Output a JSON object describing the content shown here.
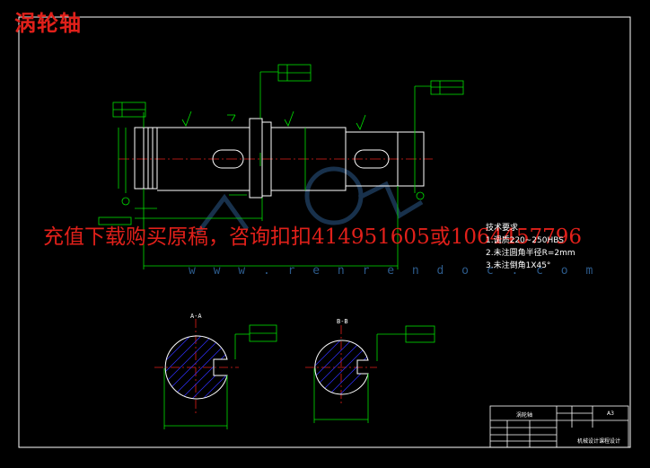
{
  "title": "涡轮轴",
  "watermark_text": "充值下载购买原稿，咨询扣扣414951605或1064457796",
  "watermark_url": "w w w . r e n r e n d o c . c o m",
  "technical_requirements": {
    "heading": "技术要求",
    "items": [
      "1.调质220~250HBS",
      "2.未注圆角半径R=2mm",
      "3.未注倒角1X45°"
    ]
  },
  "section_labels": [
    "A-A",
    "B-B"
  ],
  "title_block": {
    "drawing_name": "涡轮轴",
    "sheet": "A3",
    "footer": "机械设计课程设计"
  },
  "colors": {
    "outline": "#ffffff",
    "dimension": "#00e000",
    "centerline": "#e0201a",
    "hatch": "#3030ff",
    "background": "#000000"
  }
}
